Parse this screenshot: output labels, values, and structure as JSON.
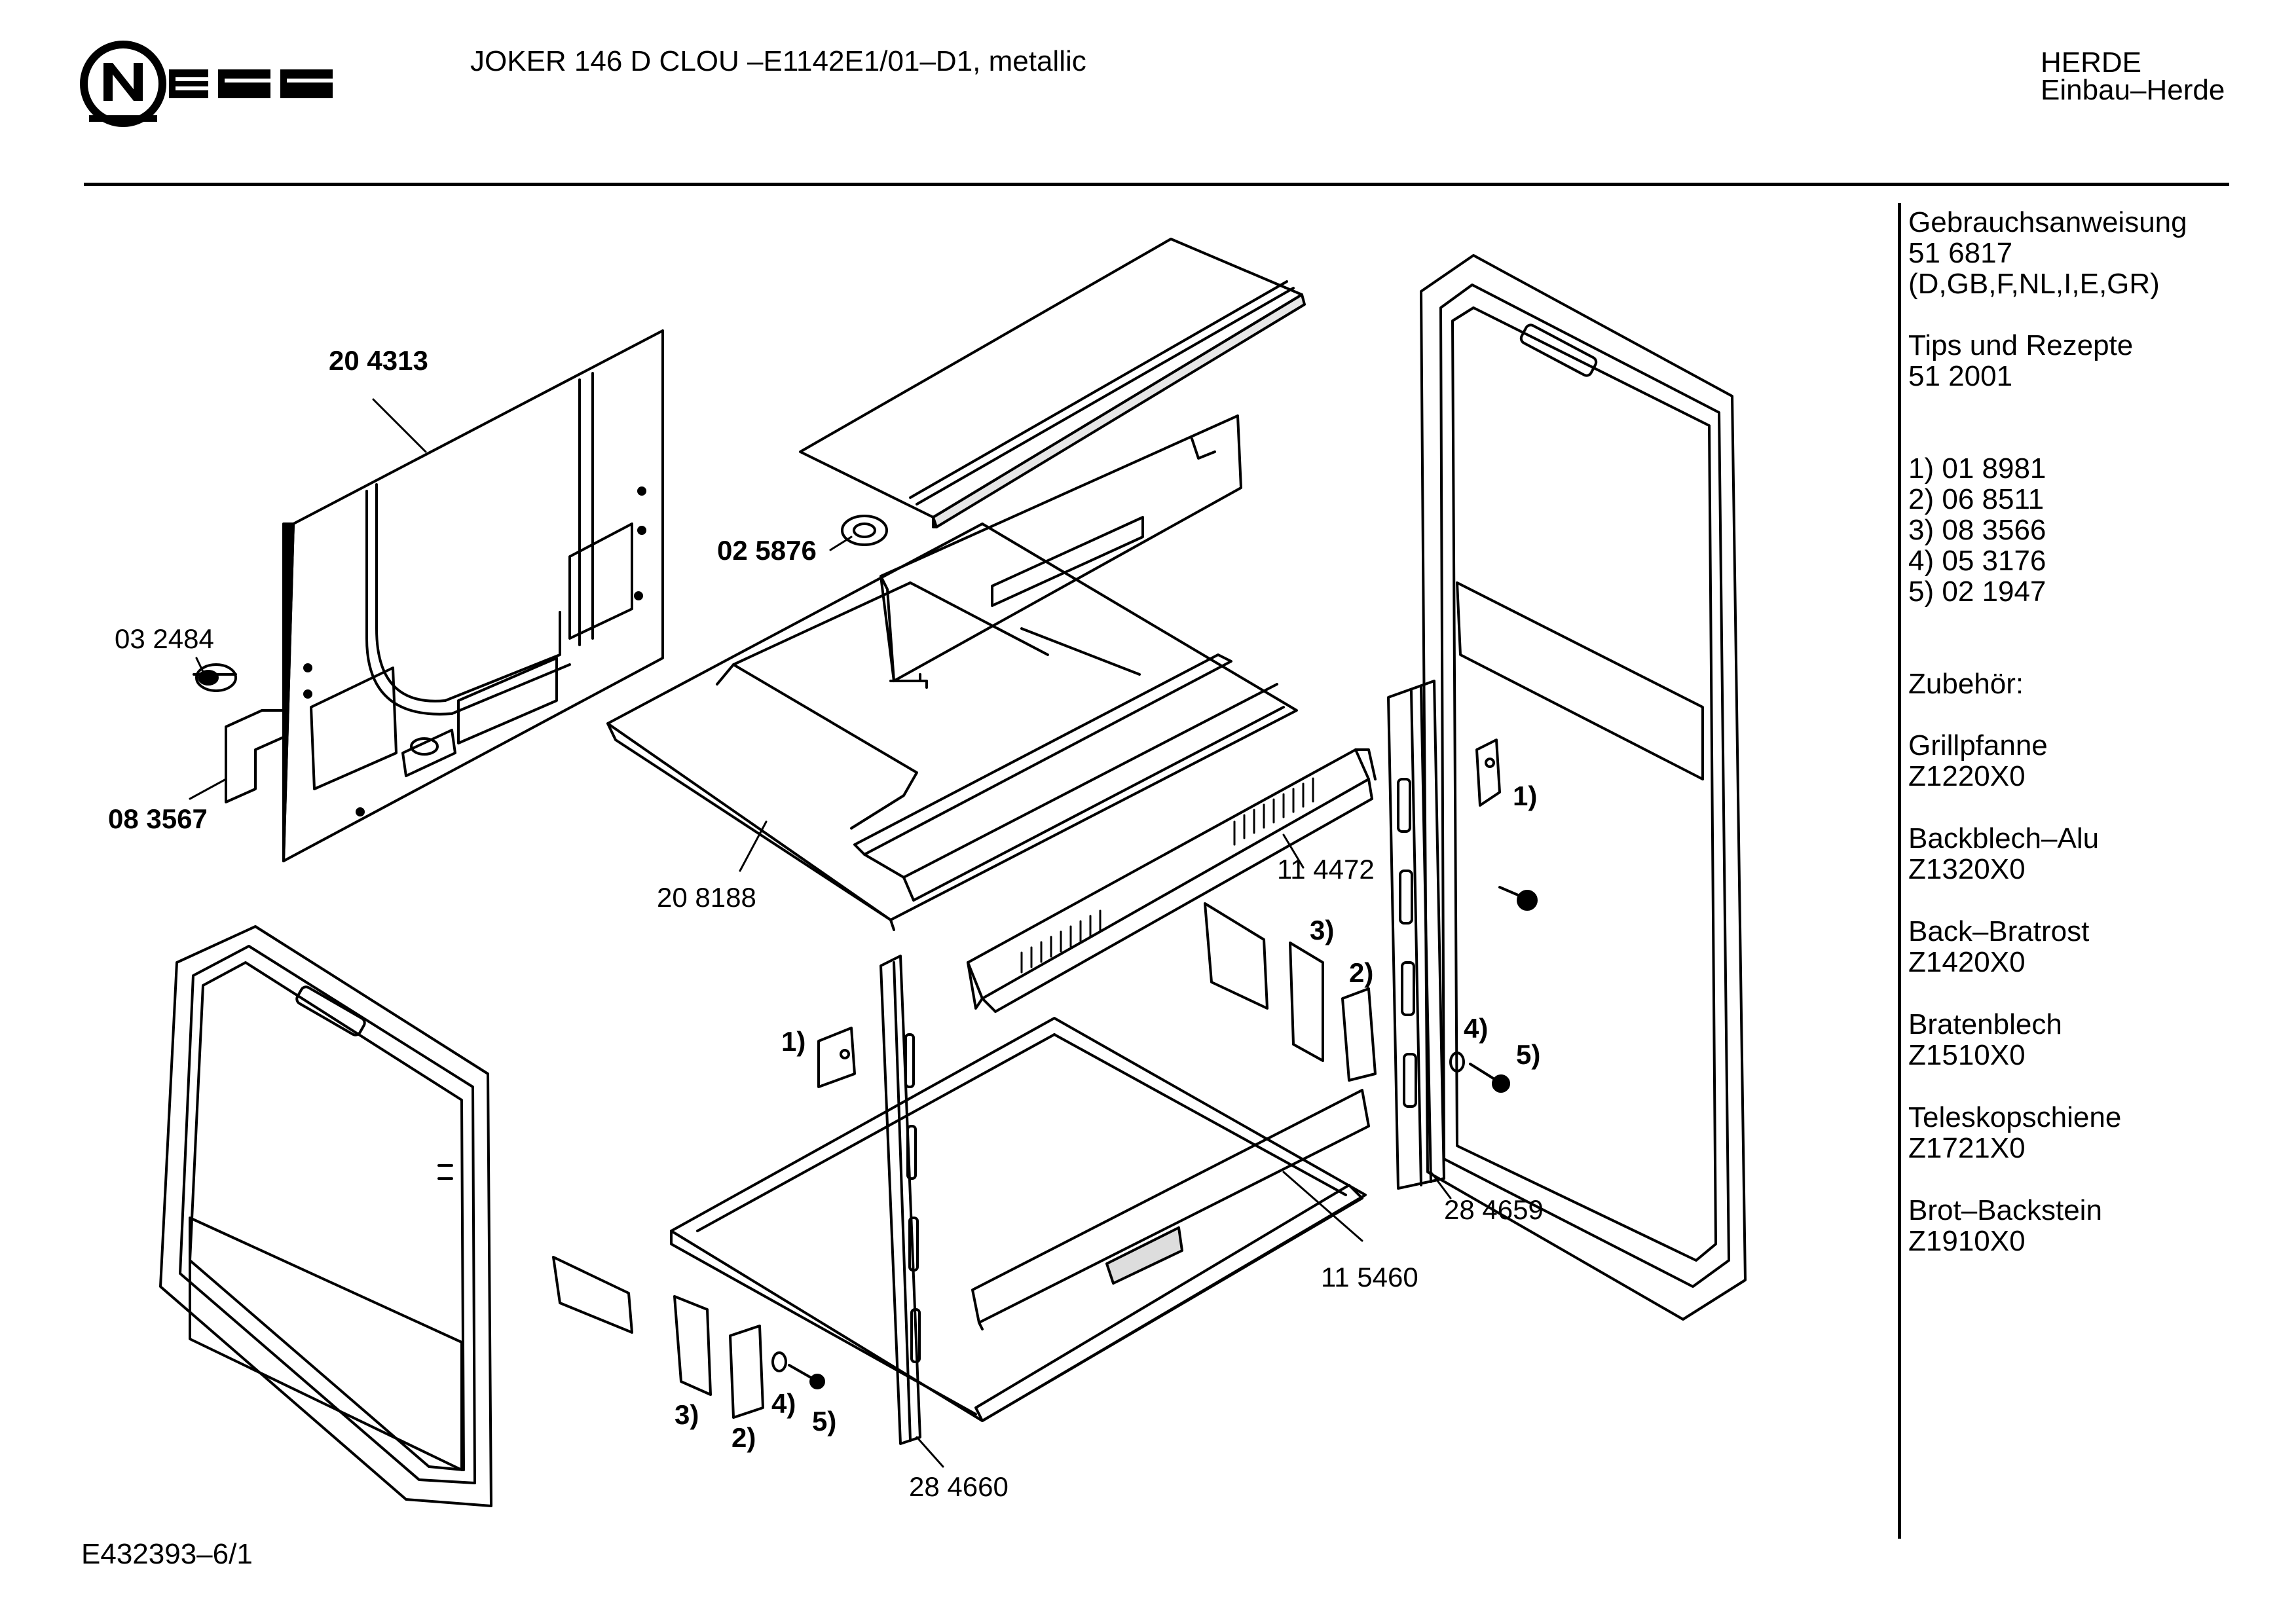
{
  "header": {
    "brand": "NEFF",
    "model": "JOKER 146 D CLOU –E1142E1/01–D1, metallic",
    "category": "HERDE",
    "subcategory": "Einbau–Herde"
  },
  "sidebar": {
    "manual_title": "Gebrauchsanweisung",
    "manual_number": "51 6817",
    "manual_languages": "(D,GB,F,NL,I,E,GR)",
    "recipes_title": "Tips und Rezepte",
    "recipes_number": "51 2001",
    "small_parts": [
      "1) 01 8981",
      "2) 06 8511",
      "3) 08 3566",
      "4) 05 3176",
      "5) 02 1947"
    ],
    "accessories_title": "Zubehör:",
    "accessories": [
      {
        "name": "Grillpfanne",
        "code": "Z1220X0"
      },
      {
        "name": "Backblech–Alu",
        "code": "Z1320X0"
      },
      {
        "name": "Back–Bratrost",
        "code": "Z1420X0"
      },
      {
        "name": "Bratenblech",
        "code": "Z1510X0"
      },
      {
        "name": "Teleskopschiene",
        "code": "Z1721X0"
      },
      {
        "name": "Brot–Backstein",
        "code": "Z1910X0"
      }
    ]
  },
  "diagram": {
    "part_labels": [
      "20 4313",
      "02 5876",
      "03 2484",
      "08 3567",
      "20 8188",
      "11 4472",
      "11 5460",
      "28 4659",
      "28 4660",
      "1)",
      "2)",
      "3)",
      "4)",
      "5)",
      "1)",
      "2)",
      "3)",
      "4)",
      "5)"
    ]
  },
  "footer": {
    "document_id": "E432393–6/1"
  }
}
